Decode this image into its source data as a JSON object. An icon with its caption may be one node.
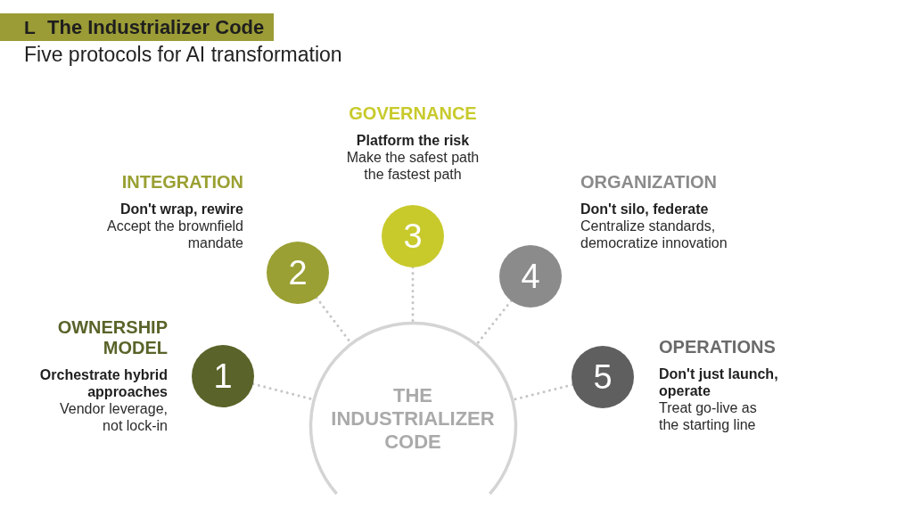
{
  "diagram": {
    "title": "The Industrializer Code",
    "nodes": [
      {
        "text": [
          "1"
        ],
        "beside": [
          "OWNERSHIP MODEL",
          "Orchestrate hybrid approaches",
          "Vendor leverage, not lock-in"
        ]
      },
      {
        "text": [
          "2"
        ],
        "beside": [
          "INTEGRATION",
          "Don't wrap, rewire",
          "Accept the brownfield mandate"
        ]
      },
      {
        "text": [
          "3"
        ],
        "beside": [
          "GOVERNANCE",
          "Platform the risk",
          "Make the safest path the fastest path"
        ]
      },
      {
        "text": [
          "4"
        ],
        "beside": [
          "ORGANIZATION",
          "Don't silo, federate",
          "Centralize standards, democratize innovation"
        ]
      },
      {
        "text": [
          "5"
        ],
        "beside": [
          "OPERATIONS",
          "Don't just launch, operate",
          "Treat go-live as the starting line"
        ]
      },
      {
        "text": [
          "THE INDUSTRIALIZER CODE"
        ]
      }
    ],
    "edges": [
      {
        "from": 0,
        "to": 5,
        "arrow": "none",
        "style": "dashed"
      },
      {
        "from": 1,
        "to": 5,
        "arrow": "none",
        "style": "dashed"
      },
      {
        "from": 2,
        "to": 5,
        "arrow": "none",
        "style": "dashed"
      },
      {
        "from": 3,
        "to": 5,
        "arrow": "none",
        "style": "dashed"
      },
      {
        "from": 4,
        "to": 5,
        "arrow": "none",
        "style": "dashed"
      }
    ],
    "labels": [
      "L",
      "Five protocols for AI transformation"
    ]
  }
}
